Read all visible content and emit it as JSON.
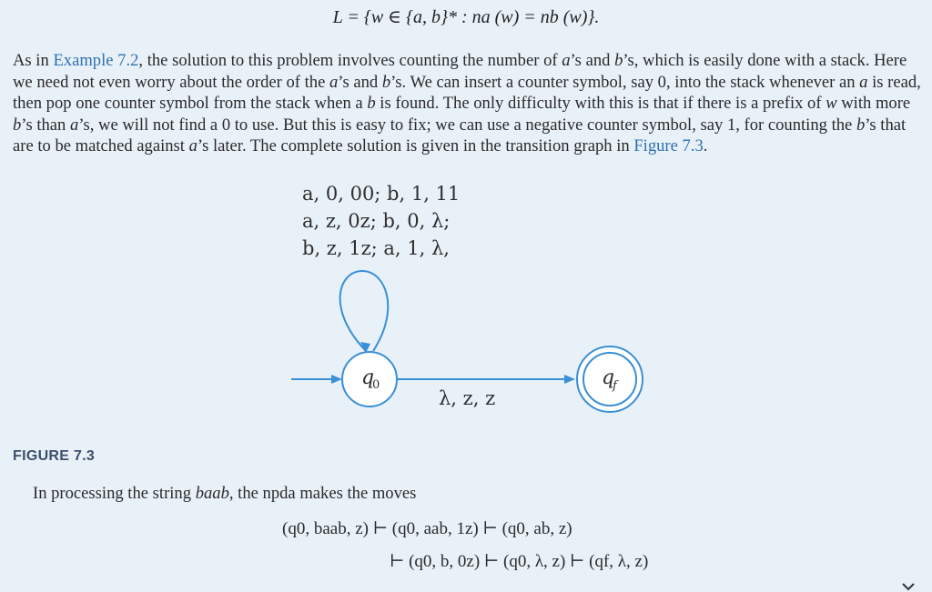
{
  "formula": "L = {w ∈ {a, b}* : na (w) = nb (w)}.",
  "paragraph": {
    "p1": "As in ",
    "example_link": "Example 7.2",
    "p2": ", the solution to this problem involves counting the number of ",
    "a1": "a",
    "p3": "’s and ",
    "b1": "b",
    "p4": "’s, which is easily done with a stack. Here we need not even worry about the order of the ",
    "a2": "a",
    "p5": "’s and ",
    "b2": "b",
    "p6": "’s. We can insert a counter symbol, say 0, into the stack whenever an ",
    "a3": "a",
    "p7": " is read, then pop one counter symbol from the stack when a ",
    "b3": "b",
    "p8": " is found. The only difficulty with this is that if there is a prefix of ",
    "w1": "w",
    "p9": " with more ",
    "b4": "b",
    "p10": "’s than ",
    "a4": "a",
    "p11": "’s, we will not find a 0 to use. But this is easy to fix; we can use a negative counter symbol, say 1, for counting the ",
    "b5": "b",
    "p12": "’s that are to be matched against ",
    "a5": "a",
    "p13": "’s later. The complete solution is given in the transition graph in ",
    "figure_link": "Figure 7.3",
    "p14": "."
  },
  "diagram": {
    "loop_labels": [
      "a, 0, 00; b, 1, 11",
      "a, z, 0z; b, 0, λ;",
      "b, z, 1z; a, 1, λ,"
    ],
    "state_q0": "q0",
    "state_qf": "qf",
    "edge_label": "λ, z, z",
    "line_color": "#3a8fd6",
    "state_fill": "#ffffff"
  },
  "figure_label": "FIGURE 7.3",
  "processing": {
    "before": "In processing the string ",
    "string": "baab",
    "after": ", the npda makes the moves"
  },
  "moves": {
    "line1": "(q0, baab, z)   ⊢   (q0, aab, 1z) ⊢ (q0, ab, z)",
    "line2": "⊢   (q0, b, 0z) ⊢ (q0, λ, z) ⊢ (qf, λ, z)"
  },
  "icons": {
    "scroll": "chevron-down-icon"
  }
}
